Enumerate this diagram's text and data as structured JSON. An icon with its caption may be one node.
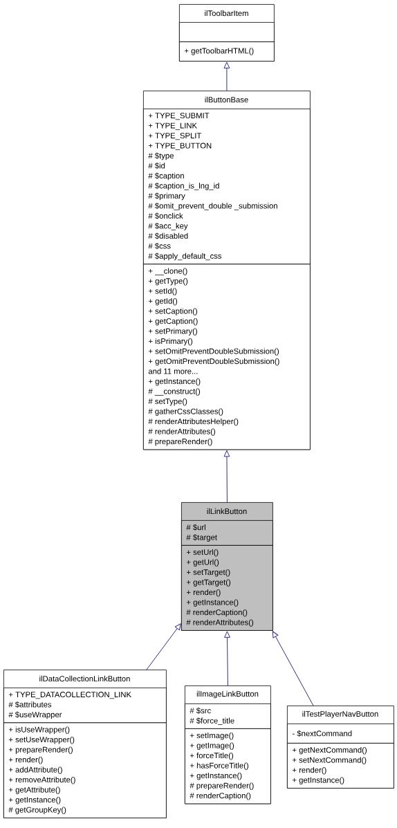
{
  "diagram": {
    "nodes": [
      {
        "text": [
          "ilToolbarItem"
        ]
      },
      {
        "text": [],
        "shape": "box",
        "in": 0
      },
      {
        "text": [
          "+ getToolbarHTML()"
        ],
        "in": 0
      },
      {
        "text": [
          "ilButtonBase"
        ]
      },
      {
        "text": [
          "+ TYPE_SUBMIT",
          "+ TYPE_LINK",
          "+ TYPE_SPLIT",
          "+ TYPE_BUTTON",
          "# $type",
          "# $id",
          "# $caption",
          "# $caption_is_lng_id",
          "# $primary",
          "# $omit_prevent_double _submission",
          "# $onclick",
          "# $acc_key",
          "# $disabled",
          "# $css",
          "# $apply_default_css"
        ],
        "in": 3
      },
      {
        "text": [
          "+ __clone()",
          "+ getType()",
          "+ setId()",
          "+ getId()",
          "+ setCaption()",
          "+ getCaption()",
          "+ setPrimary()",
          "+ isPrimary()",
          "+ setOmitPreventDoubleSubmission()",
          "+ getOmitPreventDoubleSubmission()",
          "and 11 more...",
          "+ getInstance()",
          "# __construct()",
          "# setType()",
          "# gatherCssClasses()",
          "# renderAttributesHelper()",
          "# renderAttributes()",
          "# prepareRender()"
        ],
        "in": 3
      },
      {
        "text": [
          "ilLinkButton"
        ]
      },
      {
        "text": [
          "# $url",
          "# $target"
        ],
        "in": 6
      },
      {
        "text": [
          "+ setUrl()",
          "+ getUrl()",
          "+ setTarget()",
          "+ getTarget()",
          "+ render()",
          "+ getInstance()",
          "# renderCaption()",
          "# renderAttributes()"
        ],
        "in": 6
      },
      {
        "text": [
          "ilDataCollectionLinkButton"
        ]
      },
      {
        "text": [
          "+ TYPE_DATACOLLECTION_LINK",
          "# $attributes",
          "# $useWrapper"
        ],
        "in": 9
      },
      {
        "text": [
          "+ isUseWrapper()",
          "+ setUseWrapper()",
          "+ prepareRender()",
          "+ render()",
          "+ addAttribute()",
          "+ removeAttribute()",
          "+ getAttribute()",
          "+ getInstance()",
          "# getGroupKey()"
        ],
        "in": 9
      },
      {
        "text": [
          "ilImageLinkButton"
        ]
      },
      {
        "text": [
          "# $src",
          "# $force_title"
        ],
        "in": 12
      },
      {
        "text": [
          "+ setImage()",
          "+ getImage()",
          "+ forceTitle()",
          "+ hasForceTitle()",
          "+ getInstance()",
          "# prepareRender()",
          "# renderCaption()"
        ],
        "in": 12
      },
      {
        "text": [
          "ilTestPlayerNavButton"
        ]
      },
      {
        "text": [
          "- $nextCommand"
        ],
        "in": 15
      },
      {
        "text": [
          "+ getNextCommand()",
          "+ setNextCommand()",
          "+ render()",
          "+ getInstance()"
        ],
        "in": 15
      }
    ],
    "edges": [
      {
        "from": 3,
        "to": 0,
        "arrow": "to"
      },
      {
        "from": 6,
        "to": 3,
        "arrow": "to"
      },
      {
        "from": 9,
        "to": 6,
        "arrow": "to"
      },
      {
        "from": 12,
        "to": 6,
        "arrow": "to"
      },
      {
        "from": 15,
        "to": 6,
        "arrow": "to"
      }
    ]
  }
}
